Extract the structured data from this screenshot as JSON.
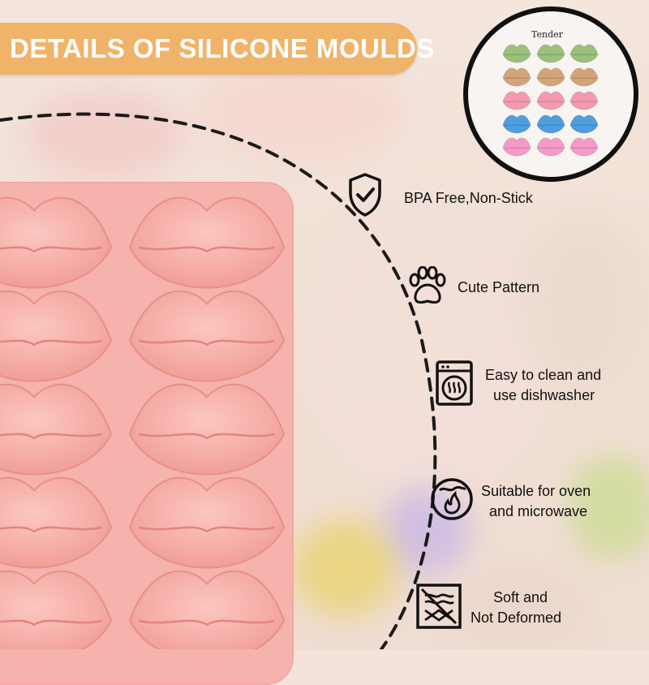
{
  "banner": {
    "title": "DETAILS OF SILICONE MOULDS"
  },
  "inset": {
    "label": "Tender"
  },
  "features": [
    {
      "icon": "shield-check-icon",
      "line1": "BPA Free,Non-Stick",
      "line2": ""
    },
    {
      "icon": "paw-print-icon",
      "line1": "Cute Pattern",
      "line2": ""
    },
    {
      "icon": "dishwasher-icon",
      "line1": "Easy to clean and",
      "line2": "use dishwasher"
    },
    {
      "icon": "oven-flame-icon",
      "line1": "Suitable for oven",
      "line2": "and microwave"
    },
    {
      "icon": "no-deform-icon",
      "line1": "Soft and",
      "line2": "Not Deformed"
    }
  ],
  "colors": {
    "banner": "#f0b36a",
    "tray": "#f6b2ad",
    "text": "#111111",
    "mini_green": "#9cc07a",
    "mini_tan": "#d4a479",
    "mini_pink": "#f49ab0",
    "mini_blue": "#4f9ee0",
    "mini_pink2": "#f59ac8"
  }
}
